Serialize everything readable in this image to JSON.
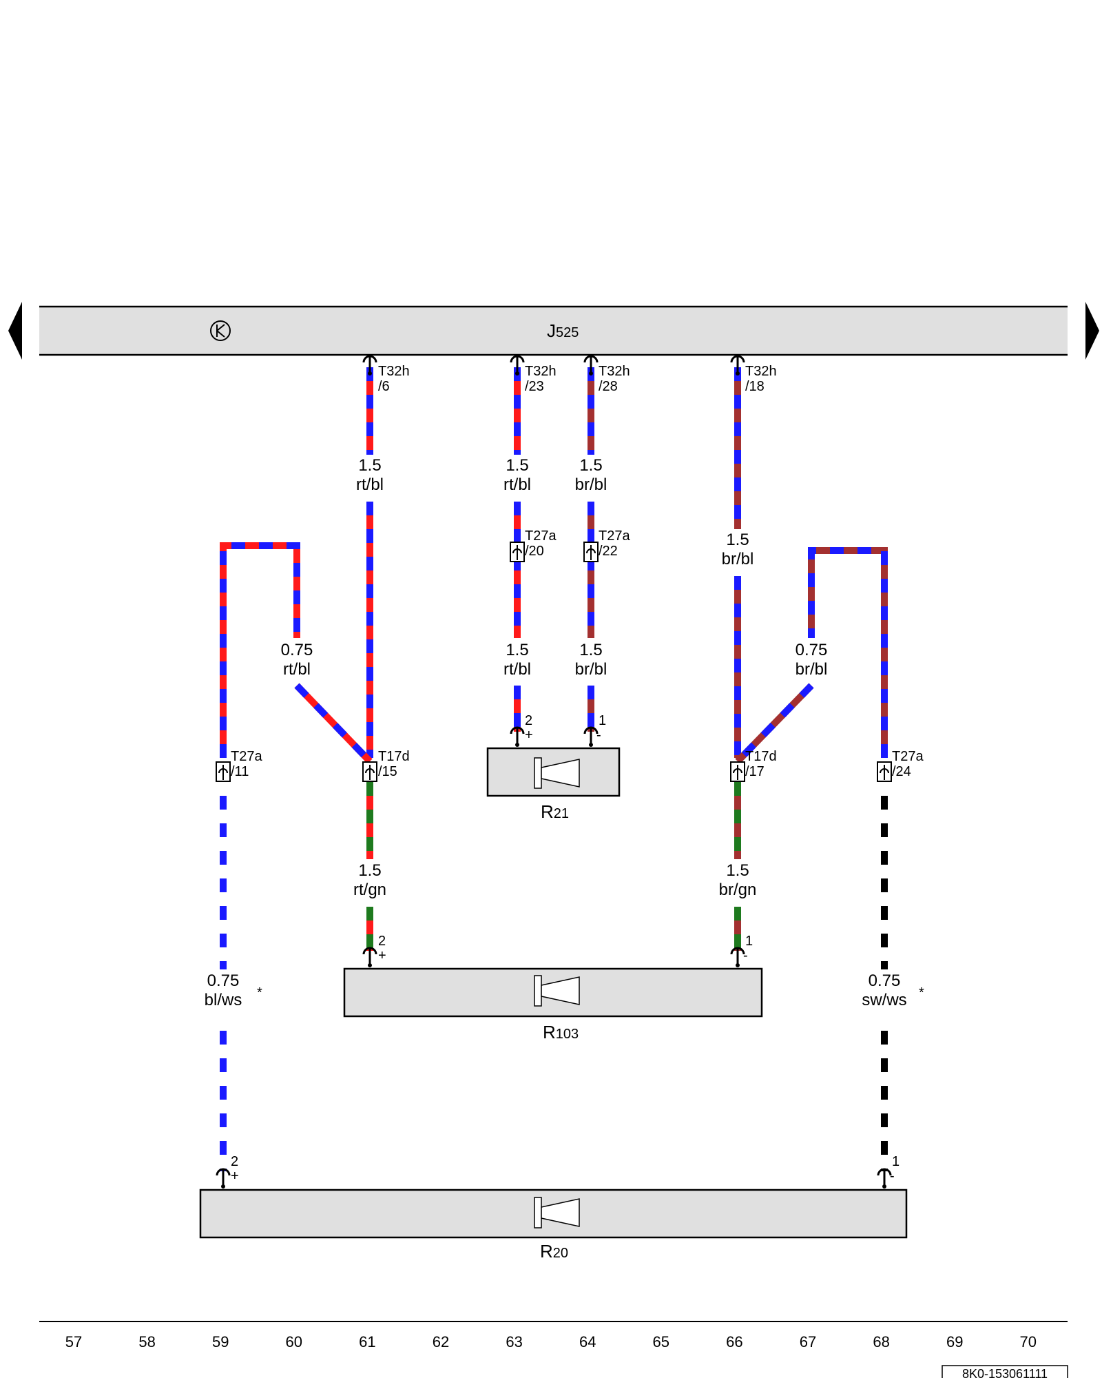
{
  "control_unit": {
    "name": "J",
    "sub": "525"
  },
  "nav": {
    "prev_icon": "triangle-left-icon",
    "next_icon": "triangle-right-icon",
    "unit_symbol_icon": "transistor-symbol-icon"
  },
  "colors": {
    "rt": "#ff1a1a",
    "bl": "#1a1aff",
    "br": "#a33030",
    "gn": "#1e7a1e",
    "sw": "#000000",
    "ws": "#ffffff"
  },
  "connectors": {
    "t32h_6": {
      "l1": "T32h",
      "l2": "/6"
    },
    "t32h_23": {
      "l1": "T32h",
      "l2": "/23"
    },
    "t32h_28": {
      "l1": "T32h",
      "l2": "/28"
    },
    "t32h_18": {
      "l1": "T32h",
      "l2": "/18"
    },
    "t27a_20": {
      "l1": "T27a",
      "l2": "/20"
    },
    "t27a_22": {
      "l1": "T27a",
      "l2": "/22"
    },
    "t27a_11": {
      "l1": "T27a",
      "l2": "/11"
    },
    "t27a_24": {
      "l1": "T27a",
      "l2": "/24"
    },
    "t17d_15": {
      "l1": "T17d",
      "l2": "/15"
    },
    "t17d_17": {
      "l1": "T17d",
      "l2": "/17"
    }
  },
  "wires": {
    "w61_top": {
      "size": "1.5",
      "color": "rt/bl"
    },
    "w63_top": {
      "size": "1.5",
      "color": "rt/bl"
    },
    "w64_top": {
      "size": "1.5",
      "color": "br/bl"
    },
    "w66_top": {
      "size": "1.5",
      "color": "br/bl"
    },
    "w60": {
      "size": "0.75",
      "color": "rt/bl"
    },
    "w63_bot": {
      "size": "1.5",
      "color": "rt/bl"
    },
    "w64_bot": {
      "size": "1.5",
      "color": "br/bl"
    },
    "w67": {
      "size": "0.75",
      "color": "br/bl"
    },
    "w61_bot": {
      "size": "1.5",
      "color": "rt/gn"
    },
    "w66_bot": {
      "size": "1.5",
      "color": "br/gn"
    },
    "w59": {
      "size": "0.75",
      "color": "bl/ws",
      "note": "*"
    },
    "w68": {
      "size": "0.75",
      "color": "sw/ws",
      "note": "*"
    }
  },
  "pins": {
    "r21_p2": {
      "num": "2",
      "pol": "+"
    },
    "r21_p1": {
      "num": "1",
      "pol": "-"
    },
    "r103_p2": {
      "num": "2",
      "pol": "+"
    },
    "r103_p1": {
      "num": "1",
      "pol": "-"
    },
    "r20_p2": {
      "num": "2",
      "pol": "+"
    },
    "r20_p1": {
      "num": "1",
      "pol": "-"
    }
  },
  "components": {
    "r21": {
      "name": "R",
      "sub": "21",
      "icon": "speaker-icon"
    },
    "r103": {
      "name": "R",
      "sub": "103",
      "icon": "speaker-icon"
    },
    "r20": {
      "name": "R",
      "sub": "20",
      "icon": "speaker-icon"
    }
  },
  "columns": [
    "57",
    "58",
    "59",
    "60",
    "61",
    "62",
    "63",
    "64",
    "65",
    "66",
    "67",
    "68",
    "69",
    "70"
  ],
  "doc_id": "8K0-153061111"
}
